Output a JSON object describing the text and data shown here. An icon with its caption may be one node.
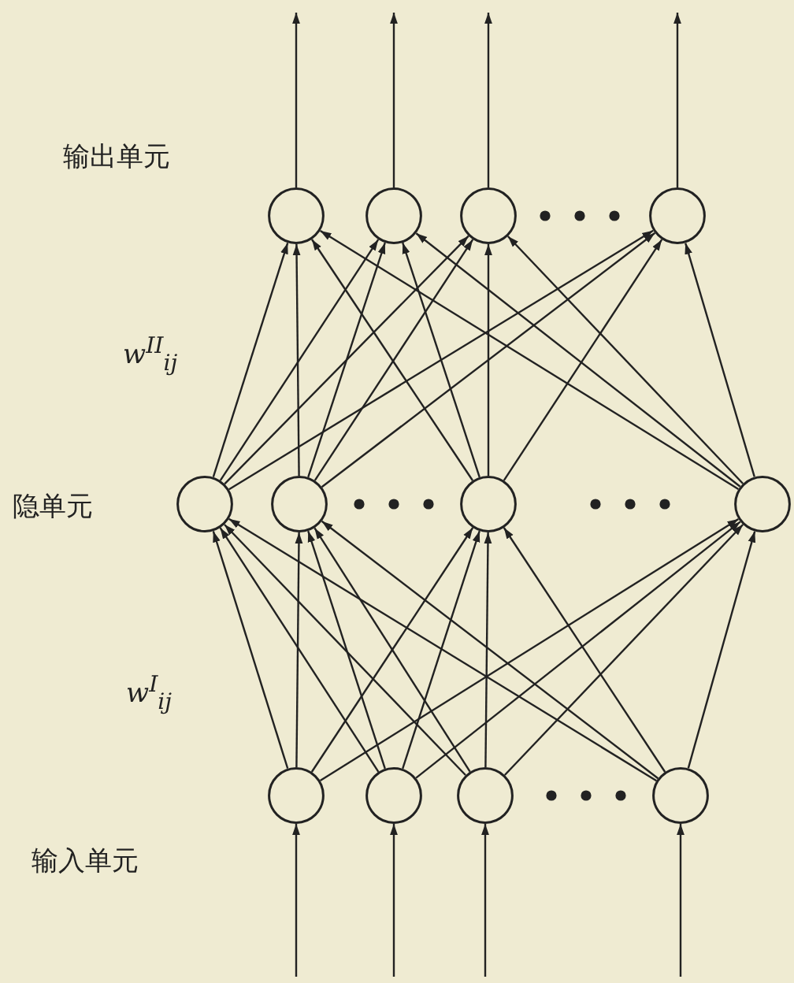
{
  "diagram": {
    "nodes": [
      {
        "text": [],
        "shape": "circle"
      },
      {
        "text": [],
        "shape": "circle"
      },
      {
        "text": [],
        "shape": "circle"
      },
      {
        "text": [],
        "shape": "circle"
      },
      {
        "text": [],
        "shape": "circle"
      },
      {
        "text": [],
        "shape": "circle"
      },
      {
        "text": [],
        "shape": "circle"
      },
      {
        "text": [],
        "shape": "circle"
      },
      {
        "text": [],
        "shape": "circle"
      },
      {
        "text": [],
        "shape": "circle"
      },
      {
        "text": [],
        "shape": "circle"
      },
      {
        "text": [],
        "shape": "circle"
      }
    ],
    "edges": [
      {
        "from": 0,
        "to": null,
        "arrow": "to"
      },
      {
        "from": 1,
        "to": null,
        "arrow": "to"
      },
      {
        "from": 2,
        "to": null,
        "arrow": "to"
      },
      {
        "from": 3,
        "to": null,
        "arrow": "to"
      },
      {
        "from": 4,
        "to": 0,
        "arrow": "to"
      },
      {
        "from": 4,
        "to": 1,
        "arrow": "to"
      },
      {
        "from": 4,
        "to": 2,
        "arrow": "to"
      },
      {
        "from": 4,
        "to": 3,
        "arrow": "to"
      },
      {
        "from": 5,
        "to": 0,
        "arrow": "to"
      },
      {
        "from": 5,
        "to": 1,
        "arrow": "to"
      },
      {
        "from": 5,
        "to": 2,
        "arrow": "to"
      },
      {
        "from": 5,
        "to": 3,
        "arrow": "to"
      },
      {
        "from": 6,
        "to": 0,
        "arrow": "to"
      },
      {
        "from": 6,
        "to": 1,
        "arrow": "to"
      },
      {
        "from": 6,
        "to": 2,
        "arrow": "to"
      },
      {
        "from": 6,
        "to": 3,
        "arrow": "to"
      },
      {
        "from": 7,
        "to": 0,
        "arrow": "to"
      },
      {
        "from": 7,
        "to": 1,
        "arrow": "to"
      },
      {
        "from": 7,
        "to": 2,
        "arrow": "to"
      },
      {
        "from": 7,
        "to": 3,
        "arrow": "to"
      },
      {
        "from": 8,
        "to": 4,
        "arrow": "to"
      },
      {
        "from": 8,
        "to": 5,
        "arrow": "to"
      },
      {
        "from": 8,
        "to": 6,
        "arrow": "to"
      },
      {
        "from": 8,
        "to": 7,
        "arrow": "to"
      },
      {
        "from": 9,
        "to": 4,
        "arrow": "to"
      },
      {
        "from": 9,
        "to": 5,
        "arrow": "to"
      },
      {
        "from": 9,
        "to": 6,
        "arrow": "to"
      },
      {
        "from": 9,
        "to": 7,
        "arrow": "to"
      },
      {
        "from": 10,
        "to": 4,
        "arrow": "to"
      },
      {
        "from": 10,
        "to": 5,
        "arrow": "to"
      },
      {
        "from": 10,
        "to": 6,
        "arrow": "to"
      },
      {
        "from": 10,
        "to": 7,
        "arrow": "to"
      },
      {
        "from": 11,
        "to": 4,
        "arrow": "to"
      },
      {
        "from": 11,
        "to": 5,
        "arrow": "to"
      },
      {
        "from": 11,
        "to": 6,
        "arrow": "to"
      },
      {
        "from": 11,
        "to": 7,
        "arrow": "to"
      },
      {
        "from": null,
        "to": 8,
        "arrow": "to"
      },
      {
        "from": null,
        "to": 9,
        "arrow": "to"
      },
      {
        "from": null,
        "to": 10,
        "arrow": "to"
      },
      {
        "from": null,
        "to": 11,
        "arrow": "to"
      }
    ],
    "labels": [
      "输出单元",
      "w$^{II}$$_{ij}$",
      "隐单元",
      "w$^{I}$$_{ij}$",
      "输入单元"
    ]
  }
}
